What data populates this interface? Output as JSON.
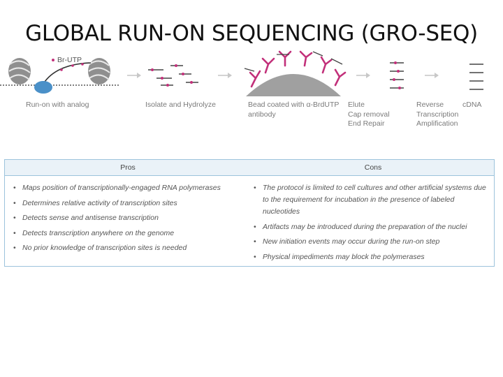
{
  "title": "GLOBAL RUN-ON SEQUENCING (GRO-SEQ)",
  "diagram": {
    "br_utp_label": "Br-UTP",
    "steps": [
      {
        "lines": [
          "Run-on with analog"
        ]
      },
      {
        "lines": [
          "Isolate and Hydrolyze"
        ]
      },
      {
        "lines": [
          "Bead coated with α-BrdUTP",
          "antibody"
        ]
      },
      {
        "lines": [
          "Elute",
          "Cap removal",
          "End Repair"
        ]
      },
      {
        "lines": [
          "Reverse",
          "Transcription",
          "Amplification"
        ]
      },
      {
        "lines": [
          "cDNA"
        ]
      }
    ],
    "colors": {
      "accent": "#c2307a",
      "nucleosome": "#8f8f8f",
      "polymerase": "#4a90c8",
      "bead": "#a0a0a0",
      "arrow": "#c8c8c8",
      "table_border": "#9cc3dc"
    }
  },
  "table": {
    "headers": {
      "pros": "Pros",
      "cons": "Cons"
    },
    "pros": [
      "Maps position of transcriptionally-engaged RNA polymerases",
      "Determines relative activity of transcription sites",
      "Detects sense and antisense transcription",
      "Detects transcription anywhere on the genome",
      "No prior knowledge of transcription sites is needed"
    ],
    "cons": [
      "The protocol is limited to cell cultures and other artificial systems due to the requirement for incubation in the presence of labeled nucleotides",
      "Artifacts may be introduced during the preparation of the nuclei",
      "New initiation events may occur during the run-on step",
      "Physical impediments may block the polymerases"
    ]
  }
}
